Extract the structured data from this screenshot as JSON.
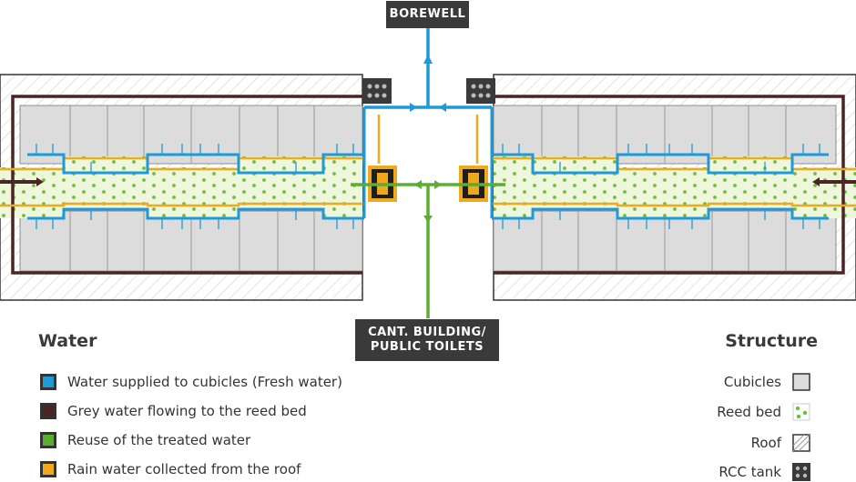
{
  "labels": {
    "borewell": "BOREWELL",
    "cant_line1": "CANT. BUILDING/",
    "cant_line2": "PUBLIC TOILETS"
  },
  "water": {
    "heading": "Water",
    "items": [
      {
        "label": "Water supplied to cubicles (Fresh water)",
        "color": "#1e9ad6"
      },
      {
        "label": "Grey water flowing to the reed bed",
        "color": "#4a2525"
      },
      {
        "label": "Reuse of the treated water",
        "color": "#5aae33"
      },
      {
        "label": "Rain water collected from the roof",
        "color": "#f0a81e"
      }
    ]
  },
  "structure": {
    "heading": "Structure",
    "items": [
      {
        "label": "Cubicles",
        "icon": "cubicle-swatch"
      },
      {
        "label": "Reed bed",
        "icon": "reed-bed-swatch"
      },
      {
        "label": "Roof",
        "icon": "roof-hatch-swatch"
      },
      {
        "label": "RCC tank",
        "icon": "rcc-tank-swatch"
      }
    ]
  },
  "colors": {
    "fresh": "#1e9ad6",
    "grey": "#4a2525",
    "reuse": "#5aae33",
    "rain": "#f0a81e",
    "reed": "#eef6dc",
    "cubicle": "#dcdcdc",
    "dark": "#3a3a3a"
  }
}
